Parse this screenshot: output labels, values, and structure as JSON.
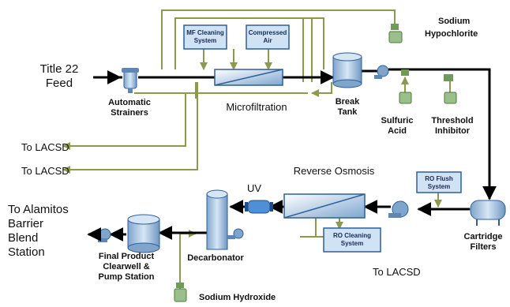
{
  "labels": {
    "feed_line1": "Title 22",
    "feed_line2": "Feed",
    "strainers_line1": "Automatic",
    "strainers_line2": "Strainers",
    "microfiltration": "Microfiltration",
    "mf_cleaning_line1": "MF Cleaning",
    "mf_cleaning_line2": "System",
    "compressed_line1": "Compressed",
    "compressed_line2": "Air",
    "hypochlorite_line1": "Sodium",
    "hypochlorite_line2": "Hypochlorite",
    "break_tank_line1": "Break",
    "break_tank_line2": "Tank",
    "sulfuric_line1": "Sulfuric",
    "sulfuric_line2": "Acid",
    "threshold_line1": "Threshold",
    "threshold_line2": "Inhibitor",
    "to_lacsd_1": "To LACSD",
    "to_lacsd_2": "To LACSD",
    "to_lacsd_3": "To LACSD",
    "reverse_osmosis": "Reverse Osmosis",
    "ro_flush_line1": "RO Flush",
    "ro_flush_line2": "System",
    "ro_cleaning_line1": "RO Cleaning",
    "ro_cleaning_line2": "System",
    "cartridge_line1": "Cartridge",
    "cartridge_line2": "Filters",
    "uv": "UV",
    "decarbonator": "Decarbonator",
    "final_line1": "Final Product",
    "final_line2": "Clearwell &",
    "final_line3": "Pump Station",
    "alamitos_line1": "To Alamitos",
    "alamitos_line2": "Barrier",
    "alamitos_line3": "Blend",
    "alamitos_line4": "Station",
    "sodium_hydroxide": "Sodium Hydroxide"
  },
  "colors": {
    "process_line": "#000000",
    "aux_line": "#8c9a4e",
    "box_fill": "#cfe3f5",
    "box_stroke": "#2f5f9a",
    "vessel_fill": "#a9c7e3",
    "vessel_dark": "#5f87b3",
    "uv_fill": "#4f8fd6",
    "chem_fill": "#9bbf8a"
  }
}
